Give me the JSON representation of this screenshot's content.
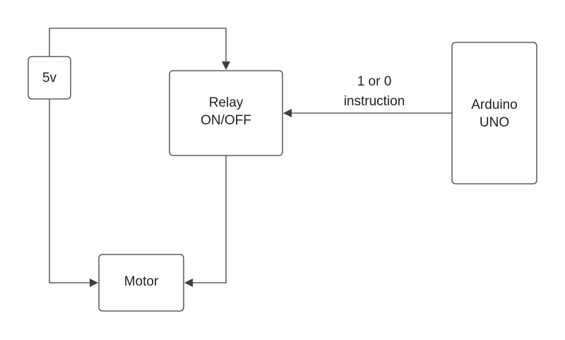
{
  "diagram": {
    "nodes": {
      "supply": {
        "label": "5v"
      },
      "relay": {
        "line1": "Relay",
        "line2": "ON/OFF"
      },
      "arduino": {
        "line1": "Arduino",
        "line2": "UNO"
      },
      "motor": {
        "label": "Motor"
      }
    },
    "edges": {
      "arduino_to_relay": {
        "line1": "1 or 0",
        "line2": "instruction"
      }
    },
    "colors": {
      "stroke": "#3a3f45",
      "fill": "#ffffff",
      "text": "#222222"
    }
  }
}
